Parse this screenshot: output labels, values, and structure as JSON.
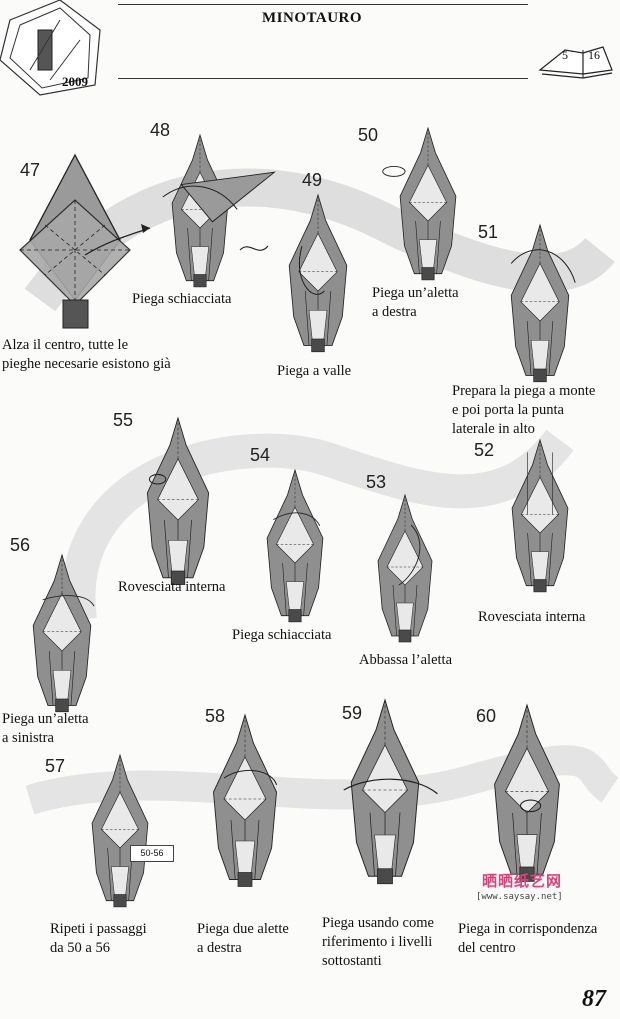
{
  "header": {
    "title": "MINOTAURO",
    "year": "2009",
    "page_from": "5",
    "page_to": "16"
  },
  "page_number": "87",
  "steps": [
    {
      "num": "47",
      "caption": "Alza il centro, tutte le\npieghe necesarie esistono già"
    },
    {
      "num": "48",
      "caption": "Piega schiacciata"
    },
    {
      "num": "49",
      "caption": "Piega a valle"
    },
    {
      "num": "50",
      "caption": "Piega un’aletta\na destra"
    },
    {
      "num": "51",
      "caption": "Prepara la piega a monte\ne poi porta la punta\nlaterale in alto"
    },
    {
      "num": "52",
      "caption": "Rovesciata interna"
    },
    {
      "num": "53",
      "caption": "Abbassa l’aletta"
    },
    {
      "num": "54",
      "caption": "Piega schiacciata"
    },
    {
      "num": "55",
      "caption": "Rovesciata interna"
    },
    {
      "num": "56",
      "caption": "Piega un’aletta\na sinistra"
    },
    {
      "num": "57",
      "caption": "Ripeti i passaggi\nda 50 a 56",
      "ref": "50-56"
    },
    {
      "num": "58",
      "caption": "Piega due alette\na destra"
    },
    {
      "num": "59",
      "caption": "Piega usando come\nriferimento i livelli\nsottostanti"
    },
    {
      "num": "60",
      "caption": "Piega in corrispondenza\ndel centro"
    }
  ],
  "watermark": {
    "brand": "晒晒纸艺网",
    "url": "[www.saysay.net]"
  },
  "colors": {
    "paper_gray": "#8f8f8f",
    "paper_light": "#e9e9e9",
    "paper_dark": "#4a4a4a"
  }
}
